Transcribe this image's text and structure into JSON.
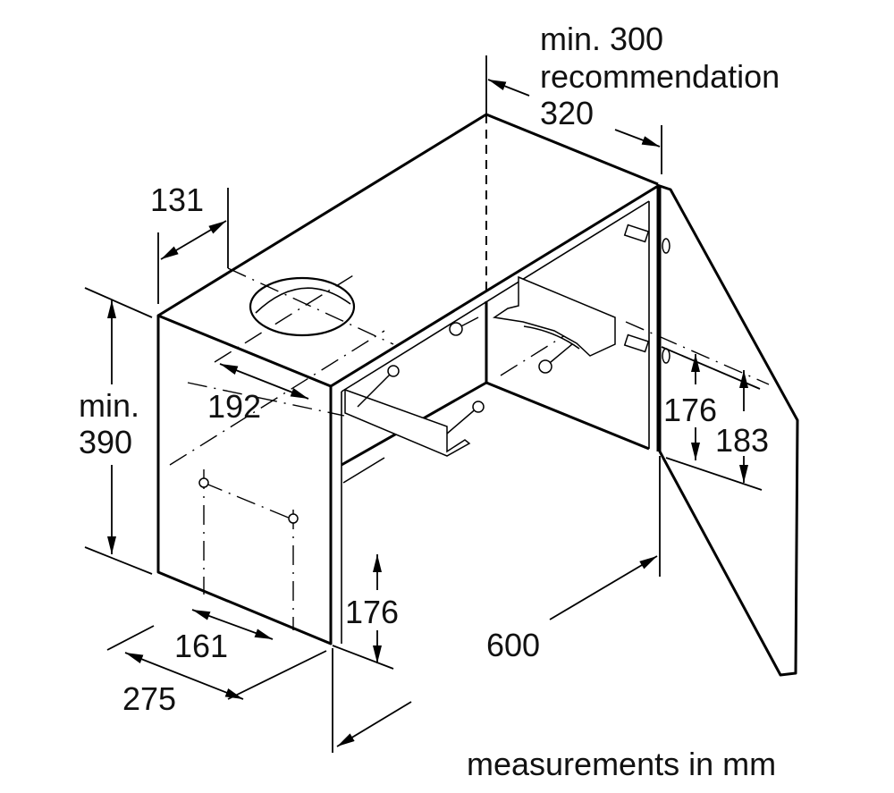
{
  "labels": {
    "depth_min": "min. 300",
    "depth_rec": "recommendation",
    "depth_rec_value": "320",
    "hole_offset_depth": "131",
    "hole_offset_width": "192",
    "height_min_label": "min.",
    "height_min_value": "390",
    "bracket_height_right": "176",
    "bracket_height_right_outer": "183",
    "bracket_height_bottom": "176",
    "screw_spacing": "161",
    "side_depth": "275",
    "width": "600",
    "units_note": "measurements in mm"
  },
  "colors": {
    "line": "#000000",
    "background": "#ffffff"
  }
}
